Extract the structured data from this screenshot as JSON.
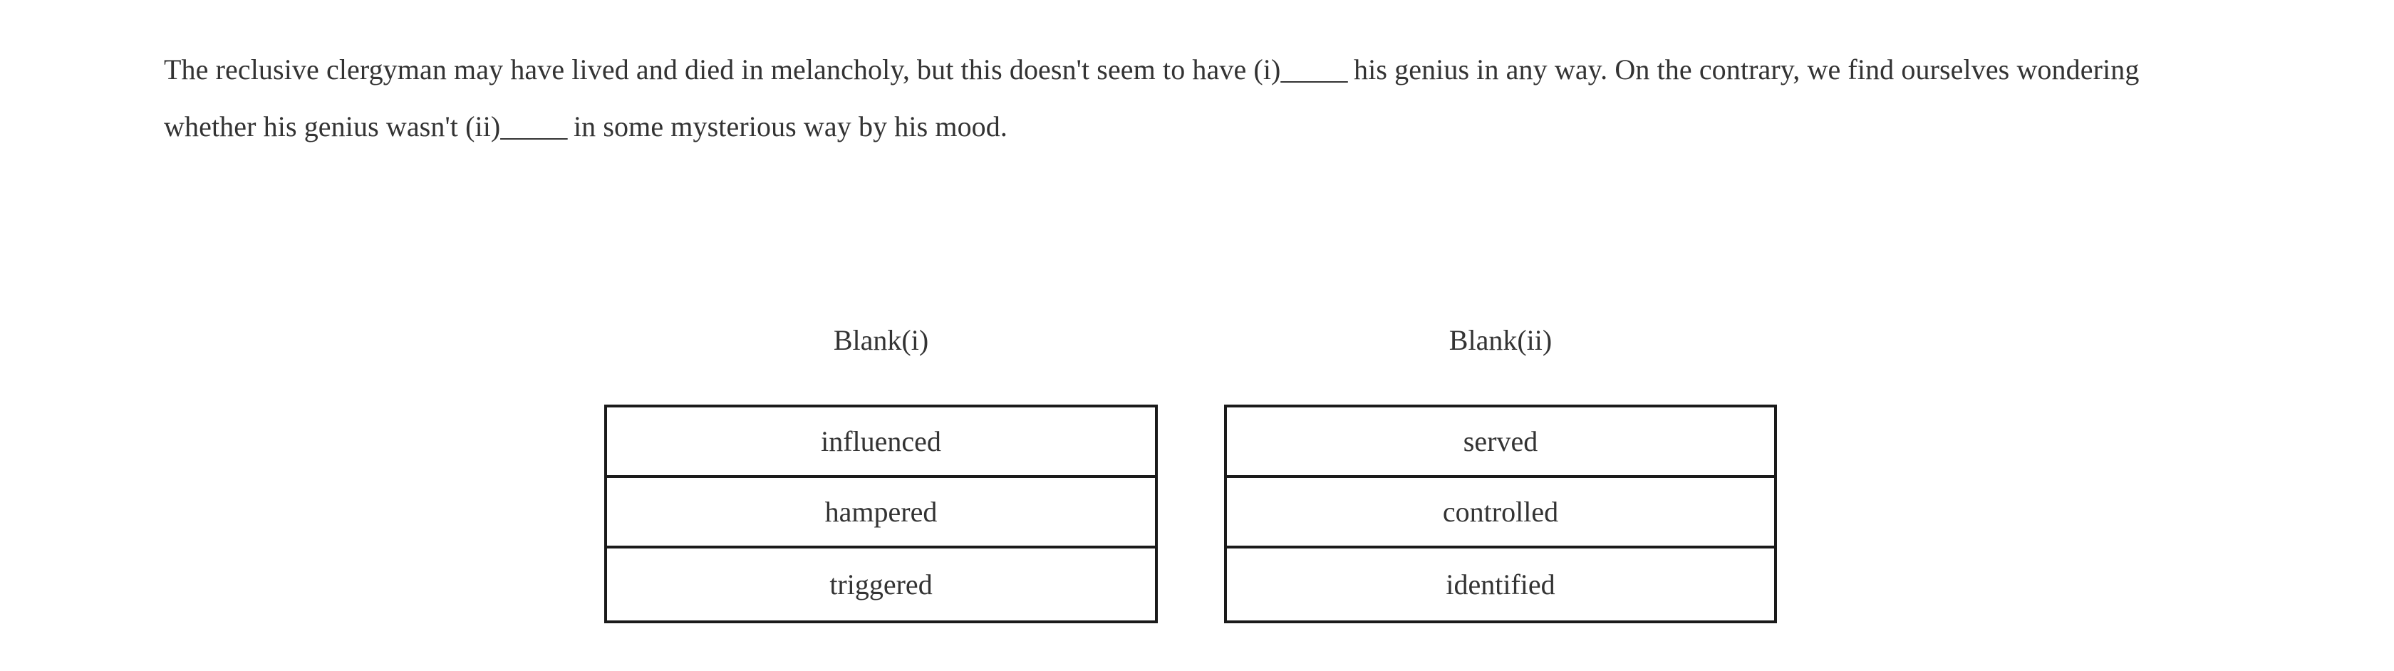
{
  "question": {
    "text_segments": [
      {
        "type": "text",
        "value": "The reclusive clergyman may have lived and died in melancholy, but this doesn't seem to have (i)"
      },
      {
        "type": "blank",
        "value": "_____"
      },
      {
        "type": "text",
        "value": " his genius in any way. On the contrary, we find ourselves wondering whether his genius wasn't (ii)"
      },
      {
        "type": "blank",
        "value": "_____"
      },
      {
        "type": "text",
        "value": " in some mysterious way by his mood."
      }
    ],
    "full_text": "The reclusive clergyman may have lived and died in melancholy, but this doesn't seem to have (i)_____ his genius in any way. On the contrary, we find ourselves wondering whether his genius wasn't (ii)_____ in some mysterious way by his mood.",
    "part_1": "The reclusive clergyman may have lived and died in melancholy, but this doesn't seem to have (i)",
    "blank_1": "_____",
    "part_2": " his genius in any way. On the contrary, we find ourselves wondering whether his genius wasn't (ii)",
    "blank_2": "_____",
    "part_3": " in some mysterious way by his mood."
  },
  "answer_columns": [
    {
      "header": "Blank(i)",
      "options": [
        {
          "label": "influenced"
        },
        {
          "label": "hampered"
        },
        {
          "label": "triggered"
        }
      ]
    },
    {
      "header": "Blank(ii)",
      "options": [
        {
          "label": "served"
        },
        {
          "label": "controlled"
        },
        {
          "label": "identified"
        }
      ]
    }
  ],
  "colors": {
    "text": "#333333",
    "border": "#1a1a1a",
    "background": "#ffffff"
  }
}
